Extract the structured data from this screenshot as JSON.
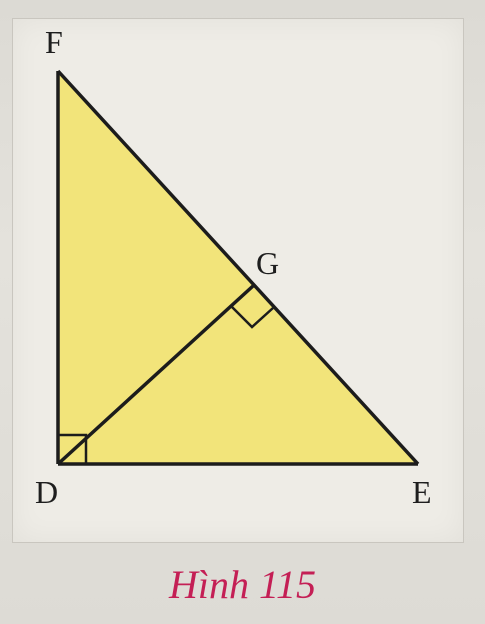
{
  "figure": {
    "vertices": {
      "F": "F",
      "G": "G",
      "D": "D",
      "E": "E"
    },
    "caption": "Hình 115",
    "colors": {
      "fill": "#f2e47a",
      "stroke": "#1c1c1c",
      "caption": "#c41f55",
      "frame": "#eeece6"
    }
  }
}
